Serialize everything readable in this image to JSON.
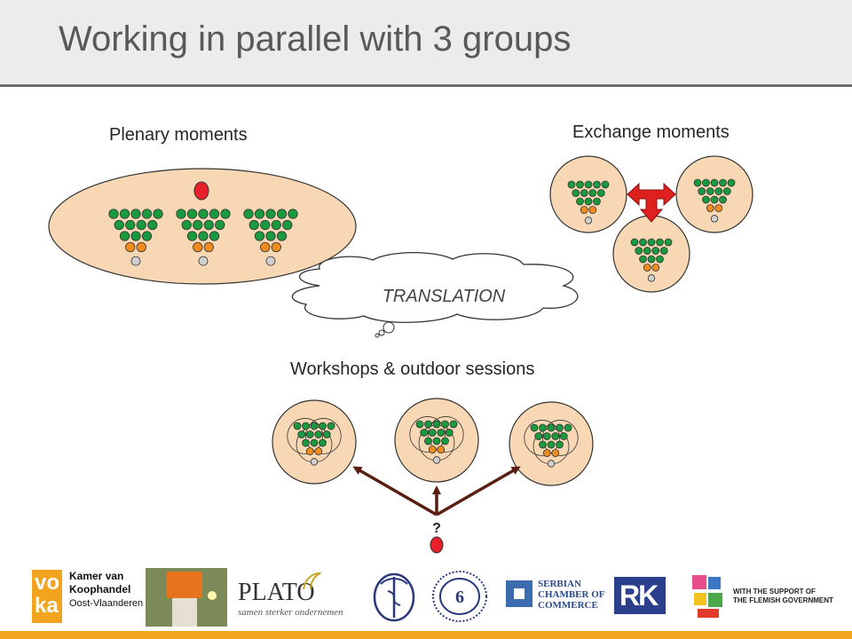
{
  "slide": {
    "title": "Working in parallel with 3 groups"
  },
  "sections": {
    "plenary": "Plenary moments",
    "exchange": "Exchange moments",
    "translation": "TRANSLATION",
    "workshops": "Workshops & outdoor sessions",
    "question_mark": "?"
  },
  "colors": {
    "participant": "#1a9a3e",
    "facilitator": "#f08c1e",
    "guide": "#cfcfcf",
    "moderator": "#e8202a",
    "room_fill": "#f8d8b4",
    "arrow_exchange": "#e01f1f",
    "arrow_workshop": "#5a1e12",
    "accent_bar": "#f2a41e"
  },
  "logos": {
    "voka_line1": "Kamer van",
    "voka_line2": "Koophandel",
    "voka_line3": "Oost-Vlaanderen",
    "plato_name": "PLATO",
    "plato_tagline": "samen sterker ondernemen",
    "serbian_line1": "SERBIAN",
    "serbian_line2": "CHAMBER OF",
    "serbian_line3": "COMMERCE",
    "flemish_line1": "WITH THE SUPPORT OF",
    "flemish_line2": "THE FLEMISH GOVERNMENT",
    "rk_mark": "RK"
  }
}
